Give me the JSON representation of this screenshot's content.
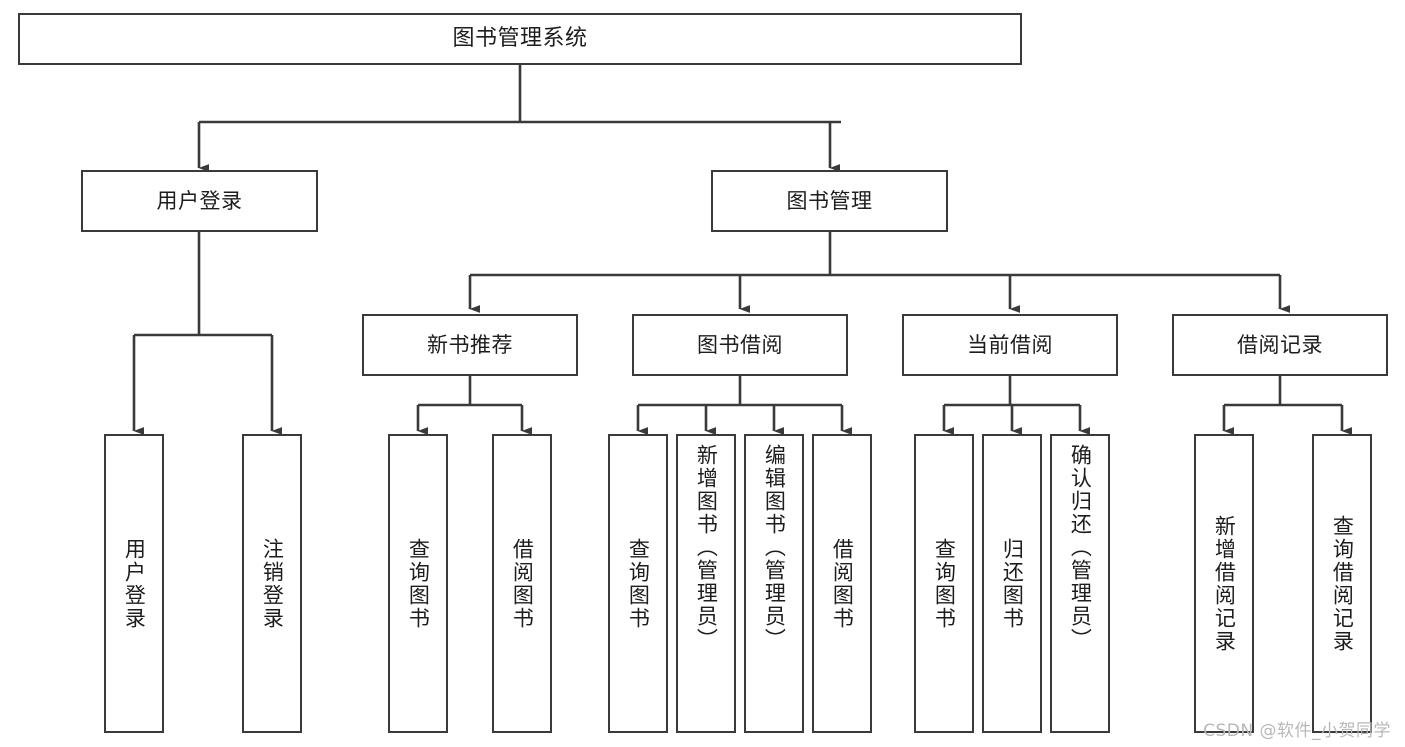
{
  "diagram": {
    "title": "图书管理系统",
    "type": "tree",
    "watermark": "CSDN @软件_小贺同学",
    "colors": {
      "stroke": "#3a3a3a",
      "fill": "#ffffff",
      "text": "#1d1d1d",
      "watermark": "#b8b8b8"
    },
    "nodes": {
      "root": {
        "label": "图书管理系统"
      },
      "level2": [
        {
          "label": "用户登录"
        },
        {
          "label": "图书管理"
        }
      ],
      "level3": [
        {
          "label": "新书推荐"
        },
        {
          "label": "图书借阅"
        },
        {
          "label": "当前借阅"
        },
        {
          "label": "借阅记录"
        }
      ],
      "leaves": {
        "user_login": [
          {
            "label": "用户登录"
          },
          {
            "label": "注销登录"
          }
        ],
        "new_book": [
          {
            "label": "查询图书"
          },
          {
            "label": "借阅图书"
          }
        ],
        "book_borrow": [
          {
            "label": "查询图书"
          },
          {
            "label": "新增图书（管理员）"
          },
          {
            "label": "编辑图书（管理员）"
          },
          {
            "label": "借阅图书"
          }
        ],
        "current_borrow": [
          {
            "label": "查询图书"
          },
          {
            "label": "归还图书"
          },
          {
            "label": "确认归还（管理员）"
          }
        ],
        "borrow_record": [
          {
            "label": "新增借阅记录"
          },
          {
            "label": "查询借阅记录"
          }
        ]
      }
    }
  }
}
